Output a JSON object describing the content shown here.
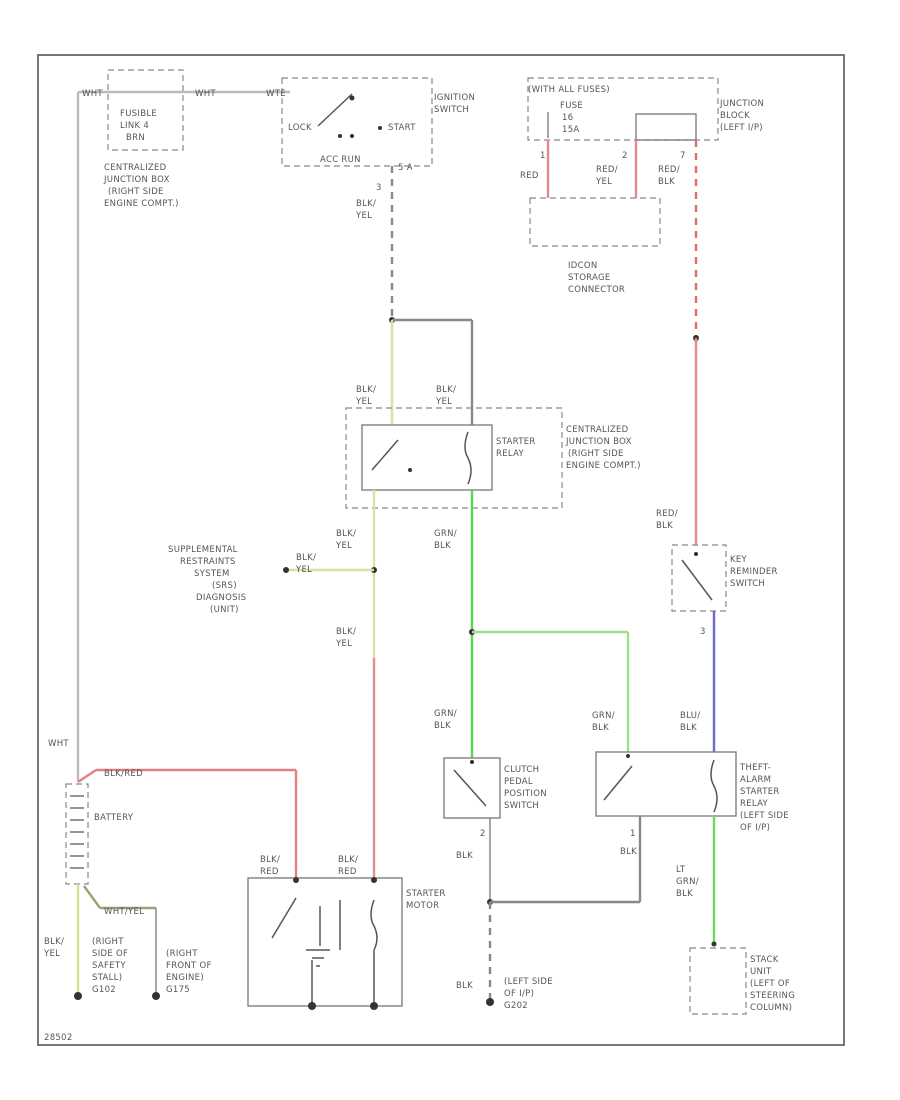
{
  "colors": {
    "wht": "#aaaaaa",
    "blk_yel": "#8a8a8a",
    "yel": "#d8dc90",
    "grn_blk": "#55d84a",
    "red": "#e58a8a",
    "red_blk": "#e07070",
    "blu": "#6a6ad0",
    "grn": "#9ee08a",
    "gray": "#888888"
  },
  "labels": {
    "wht_top_left": "WHT",
    "wht_top_mid": "WHT",
    "wht_top_right": "WTE",
    "fusible_link": [
      "FUSIBLE",
      "LINK 4",
      "BRN"
    ],
    "cjb_top": [
      "CENTRALIZED",
      "JUNCTION BOX",
      "(RIGHT SIDE",
      "ENGINE COMPT.)"
    ],
    "ign_lock": "LOCK",
    "ign_start": "START",
    "ign_acc_run": "ACC  RUN",
    "ign_switch": [
      "IGNITION",
      "SWITCH"
    ],
    "ign_pin": "5 A",
    "pin3": "3",
    "blk_yel_1": [
      "BLK/",
      "YEL"
    ],
    "fuse_header": "(WITH ALL FUSES)",
    "fuse": [
      "FUSE",
      "16",
      "15A"
    ],
    "junction_block": [
      "JUNCTION",
      "BLOCK",
      "(LEFT I/P)"
    ],
    "pin1": "1",
    "pin2": "2",
    "pin7": "7",
    "red_1": "RED",
    "red_yel": [
      "RED/",
      "YEL"
    ],
    "red_blk_1": [
      "RED/",
      "BLK"
    ],
    "idcon": [
      "IDCON",
      "STORAGE",
      "CONNECTOR"
    ],
    "blk_yel_2": [
      "BLK/",
      "YEL"
    ],
    "blk_yel_3": [
      "BLK/",
      "YEL"
    ],
    "starter_relay": [
      "STARTER",
      "RELAY"
    ],
    "cjb_mid": [
      "CENTRALIZED",
      "JUNCTION BOX",
      "(RIGHT SIDE",
      "ENGINE COMPT.)"
    ],
    "blk_yel_4": [
      "BLK/",
      "YEL"
    ],
    "grn_blk_1": [
      "GRN/",
      "BLK"
    ],
    "red_blk_2": [
      "RED/",
      "BLK"
    ],
    "srs": [
      "SUPPLEMENTAL",
      "RESTRAINTS",
      "SYSTEM",
      "(SRS)",
      "DIAGNOSIS",
      "(UNIT)"
    ],
    "blk_yel_srs": [
      "BLK/",
      "YEL"
    ],
    "key_reminder": [
      "KEY",
      "REMINDER",
      "SWITCH"
    ],
    "blk_yel_5": [
      "BLK/",
      "YEL"
    ],
    "pin3b": "3",
    "grn_blk_2": [
      "GRN/",
      "BLK"
    ],
    "grn_blk_3": [
      "GRN/",
      "BLK"
    ],
    "blu_blk": [
      "BLU/",
      "BLK"
    ],
    "clutch": [
      "CLUTCH",
      "PEDAL",
      "POSITION",
      "SWITCH"
    ],
    "theft_relay": [
      "THEFT-",
      "ALARM",
      "STARTER",
      "RELAY",
      "(LEFT SIDE",
      "OF I/P)"
    ],
    "wht_left": "WHT",
    "blk_red_bat": "BLK/RED",
    "battery": "BATTERY",
    "blk_red_1": [
      "BLK/",
      "RED"
    ],
    "blk_red_2": [
      "BLK/",
      "RED"
    ],
    "starter_motor": [
      "STARTER",
      "MOTOR"
    ],
    "pin2b": "2",
    "pin1b": "1",
    "blk_1": "BLK",
    "blk_2": "BLK",
    "lt_grn_blk": [
      "LT",
      "GRN/",
      "BLK"
    ],
    "blk_yel_6": [
      "BLK/",
      "YEL"
    ],
    "wht_yel": "WHT/YEL",
    "ground_right_side": [
      "(RIGHT",
      "SIDE OF",
      "SAFETY",
      "STALL)",
      "G102"
    ],
    "ground_right_front": [
      "(RIGHT",
      "FRONT OF",
      "ENGINE)",
      "G175"
    ],
    "ground_left_ip": [
      "(LEFT SIDE",
      "OF I/P)",
      "G202"
    ],
    "blk_3": "BLK",
    "stack_unit": [
      "STACK",
      "UNIT",
      "(LEFT OF",
      "STEERING",
      "COLUMN)"
    ],
    "footer_id": "28502"
  }
}
